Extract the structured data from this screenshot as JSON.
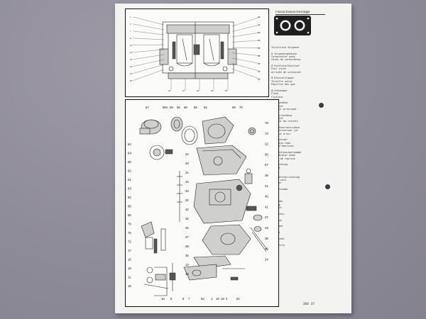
{
  "sheet": {
    "gasket_title": "Flanschzwischenlage",
    "page_number": "368 37"
  },
  "legend_header": "Teileliste Vergaser",
  "legend": [
    {
      "num": "1",
      "text": "Vergasergehäuse\nCarburettor body\nCorps de carburateur"
    },
    {
      "num": "2",
      "text": "Kraftstoffeinlauf\nFuel inlet\nArrivée de carburant"
    },
    {
      "num": "3",
      "text": "Drosselklappe\nThrottle valve\nPapillon des gaz"
    },
    {
      "num": "4",
      "text": "Schwimmer\nFloat\nFlotteur"
    },
    {
      "num": "5",
      "text": "Hauptdüse\nMain jet\nGicleur principal"
    },
    {
      "num": "6",
      "text": "Leerlaufdüse\nIdle jet\nGicleur de ralenti"
    },
    {
      "num": "7",
      "text": "Luftkorrekturdüse\nAir correction jet\nGicleur d'air"
    },
    {
      "num": "8",
      "text": "Mischrohr\nEmulsion tube\nTube d'émulsion"
    },
    {
      "num": "9",
      "text": "Beschleunigerpumpe\nAccelerator pump\nPompe de reprise"
    },
    {
      "num": "10",
      "text": "Dichtung\nGasket\nJoint"
    },
    {
      "num": "11",
      "text": "Startvorrichtung\nChoke unit\nStarter"
    },
    {
      "num": "12",
      "text": "Schraube\nScrew\nVis"
    },
    {
      "num": "13",
      "text": "Feder\nSpring\nRessort"
    },
    {
      "num": "14",
      "text": "Ventil\nValve\nSoupape"
    },
    {
      "num": "15",
      "text": "Hebel\nLever\nLevier"
    },
    {
      "num": "16",
      "text": "Deckel\nCover\nCouvercle"
    }
  ],
  "top_labels": {
    "left": [
      "1",
      "4",
      "7",
      "8",
      "10",
      "12",
      "15",
      "22",
      "24",
      "26"
    ],
    "right": [
      "30",
      "31",
      "32",
      "34",
      "36",
      "38",
      "41",
      "43",
      "44"
    ],
    "bottom": [
      "46",
      "47",
      "48",
      "49",
      "50"
    ]
  },
  "main_labels": {
    "top_row": [
      "67",
      "58A",
      "59",
      "56",
      "69",
      "55",
      "54",
      "69",
      "70"
    ],
    "left_col": [
      "63",
      "64",
      "66",
      "62",
      "61",
      "83",
      "84",
      "85",
      "86",
      "79",
      "75",
      "72",
      "17",
      "16",
      "18",
      "11",
      "15"
    ],
    "mid_col": [
      "22",
      "20",
      "21",
      "23",
      "33",
      "32",
      "42",
      "26",
      "25",
      "27",
      "28",
      "30",
      "13",
      "14"
    ],
    "right_col": [
      "78",
      "73",
      "22",
      "65",
      "67",
      "39",
      "31",
      "40",
      "41",
      "37",
      "43",
      "38",
      "45",
      "24"
    ],
    "bottom_row": [
      "10",
      "9",
      "8",
      "7",
      "52",
      "1",
      "19",
      "18",
      "2",
      "51"
    ]
  }
}
